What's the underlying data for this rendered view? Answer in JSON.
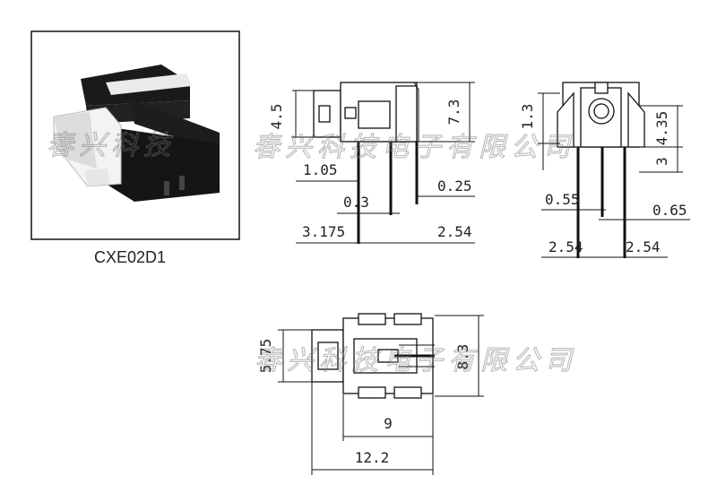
{
  "photo": {
    "caption": "CXE02D1"
  },
  "watermark": {
    "text": "春兴科技电子有限公司",
    "text_short": "春兴科技"
  },
  "side_view": {
    "dims": {
      "h_total": "7.3",
      "h_upper": "4.5",
      "pin_offset": "1.05",
      "gap": "0.3",
      "pin_width": "0.25",
      "pitch_left": "3.175",
      "pitch_right": "2.54"
    }
  },
  "front_view": {
    "dims": {
      "top": "1.3",
      "h_upper": "4.35",
      "h_lower": "3",
      "pin_a": "0.55",
      "pin_b": "0.65",
      "pitch_left": "2.54",
      "pitch_right": "2.54"
    }
  },
  "top_view": {
    "dims": {
      "height": "5.75",
      "total_h": "8.3",
      "width_inner": "9",
      "width_total": "12.2"
    }
  }
}
